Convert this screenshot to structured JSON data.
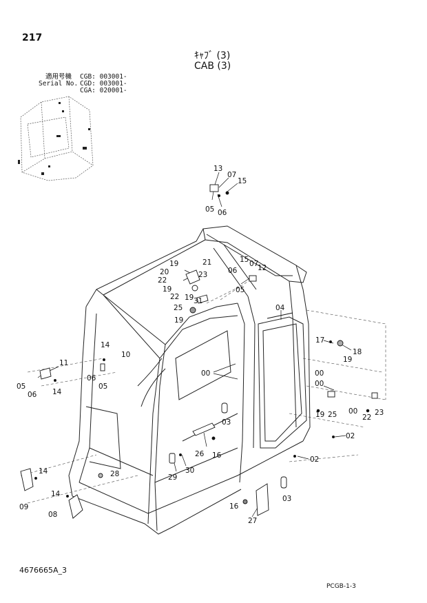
{
  "page_number": "217",
  "title_jp": "ｷｬﾌﾞ (3)",
  "title_en": "CAB (3)",
  "serial": {
    "label_jp": "適用号機",
    "label_en": "Serial No.",
    "entries": [
      "CGB: 003001-",
      "CGD: 003001-",
      "CGA: 020001-"
    ]
  },
  "callouts": {
    "c_13a": "13",
    "c_07a": "07",
    "c_15a": "15",
    "c_05a": "05",
    "c_06a": "06",
    "c_15b": "15",
    "c_07b": "07",
    "c_06b": "06",
    "c_12": "12",
    "c_05b": "05",
    "c_19a": "19",
    "c_21": "21",
    "c_20": "20",
    "c_22a": "22",
    "c_23a": "23",
    "c_19b": "19",
    "c_22b": "22",
    "c_19c": "19",
    "c_31": "31",
    "c_25a": "25",
    "c_19d": "19",
    "c_04": "04",
    "c_17": "17",
    "c_18": "18",
    "c_19e": "19",
    "c_14a": "14",
    "c_10": "10",
    "c_11": "11",
    "c_06c": "06",
    "c_05c": "05",
    "c_05d": "05",
    "c_06d": "06",
    "c_14b": "14",
    "c_00a": "00",
    "c_00b": "00",
    "c_00c": "00",
    "c_19f": "19",
    "c_25b": "25",
    "c_00d": "00",
    "c_22c": "22",
    "c_23b": "23",
    "c_03a": "03",
    "c_02a": "02",
    "c_02b": "02",
    "c_26": "26",
    "c_16a": "16",
    "c_14c": "14",
    "c_28": "28",
    "c_29": "29",
    "c_30": "30",
    "c_09": "09",
    "c_14d": "14",
    "c_08": "08",
    "c_16b": "16",
    "c_27": "27",
    "c_03b": "03"
  },
  "drawing_number": "4676665A_3",
  "page_code": "PCGB-1-3"
}
